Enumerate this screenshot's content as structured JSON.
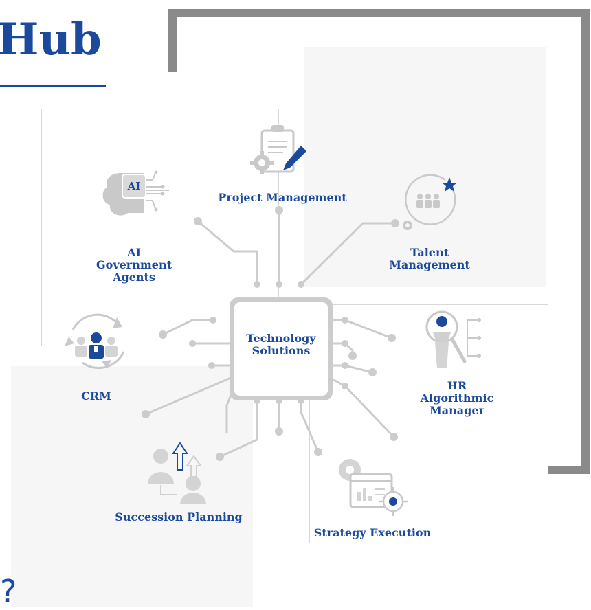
{
  "title": "Hub",
  "bottom_glyph": "?",
  "center": {
    "label_line1": "Technology",
    "label_line2": "Solutions"
  },
  "nodes": {
    "project_management": "Project Management",
    "talent_management_1": "Talent",
    "talent_management_2": "Management",
    "ai_agents_1": "AI",
    "ai_agents_2": "Government",
    "ai_agents_3": "Agents",
    "ai_chip_text": "AI",
    "crm": "CRM",
    "hr_manager_1": "HR",
    "hr_manager_2": "Algorithmic",
    "hr_manager_3": "Manager",
    "succession_planning": "Succession Planning",
    "strategy_execution": "Strategy Execution"
  },
  "colors": {
    "brand_blue": "#1b4a9c",
    "line_gray": "#cccccc",
    "icon_gray": "#c9c9c9",
    "frame_gray": "#8a8a8a",
    "panel_gray": "#f6f6f6"
  },
  "icons": [
    "clipboard-gear-pencil-icon",
    "team-star-icon",
    "ai-brain-icon",
    "crm-cycle-icon",
    "hr-person-magnifier-icon",
    "succession-arrows-icon",
    "strategy-dashboard-target-icon",
    "chip-icon"
  ]
}
